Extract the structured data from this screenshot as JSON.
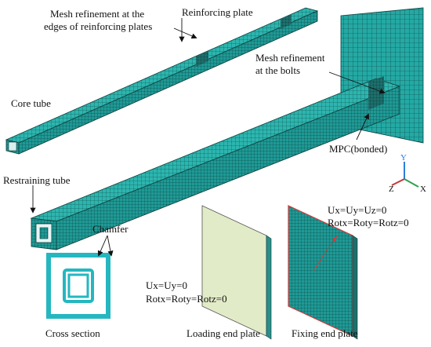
{
  "labels": {
    "mesh_edges_line1": "Mesh refinement at the",
    "mesh_edges_line2": "edges of reinforcing plates",
    "reinforcing_plate": "Reinforcing plate",
    "mesh_bolts_line1": "Mesh refinement",
    "mesh_bolts_line2": "at the bolts",
    "core_tube": "Core tube",
    "mpc": "MPC(bonded)",
    "restraining_tube": "Restraining tube",
    "chamfer": "Chamfer",
    "cross_section": "Cross section",
    "loading_bc_line1": "Ux=Uy=0",
    "loading_bc_line2": "Rotx=Roty=Rotz=0",
    "loading_end_plate": "Loading end plate",
    "fixing_bc_line1": "Ux=Uy=Uz=0",
    "fixing_bc_line2": "Rotx=Roty=Rotz=0",
    "fixing_end_plate": "Fixing end plate"
  },
  "axes": {
    "y": "Y",
    "z": "Z",
    "x": "X"
  },
  "colors": {
    "mesh_fill": "#24a9a4",
    "mesh_line": "#0c3f3c",
    "loading_plate": "#e2ebc8",
    "arrow": "#d23a3a",
    "axis_y": "#2a7fd6",
    "axis_x": "#30a050",
    "axis_z": "#c23a3a"
  }
}
